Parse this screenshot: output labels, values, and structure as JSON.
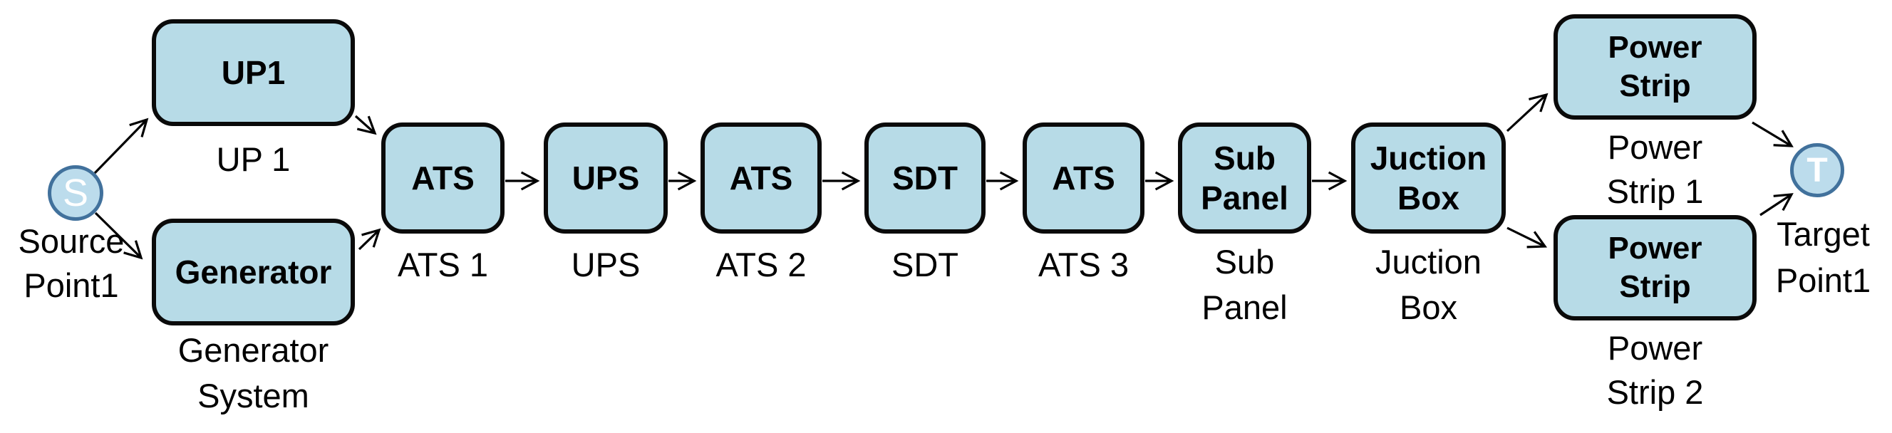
{
  "diagram": {
    "source_point": {
      "symbol": "S",
      "label_lines": [
        "Source",
        "Point1"
      ]
    },
    "target_point": {
      "symbol": "T",
      "label_lines": [
        "Target",
        "Point1"
      ]
    },
    "nodes": [
      {
        "id": "up1",
        "label_lines": [
          "UP1"
        ],
        "caption_lines": [
          "UP 1"
        ]
      },
      {
        "id": "generator-system",
        "label_lines": [
          "Generator"
        ],
        "caption_lines": [
          "Generator",
          "System"
        ]
      },
      {
        "id": "ats-1",
        "label_lines": [
          "ATS"
        ],
        "caption_lines": [
          "ATS 1"
        ]
      },
      {
        "id": "ups",
        "label_lines": [
          "UPS"
        ],
        "caption_lines": [
          "UPS"
        ]
      },
      {
        "id": "ats-2",
        "label_lines": [
          "ATS"
        ],
        "caption_lines": [
          "ATS 2"
        ]
      },
      {
        "id": "sdt",
        "label_lines": [
          "SDT"
        ],
        "caption_lines": [
          "SDT"
        ]
      },
      {
        "id": "ats-3",
        "label_lines": [
          "ATS"
        ],
        "caption_lines": [
          "ATS 3"
        ]
      },
      {
        "id": "sub-panel",
        "label_lines": [
          "Sub",
          "Panel"
        ],
        "caption_lines": [
          "Sub",
          "Panel"
        ]
      },
      {
        "id": "juction-box",
        "label_lines": [
          "Juction",
          "Box"
        ],
        "caption_lines": [
          "Juction",
          "Box"
        ]
      },
      {
        "id": "power-strip-1",
        "label_lines": [
          "Power",
          "Strip"
        ],
        "caption_lines": [
          "Power",
          "Strip 1"
        ]
      },
      {
        "id": "power-strip-2",
        "label_lines": [
          "Power",
          "Strip"
        ],
        "caption_lines": [
          "Power",
          "Strip 2"
        ]
      }
    ],
    "edges": [
      {
        "from": "source-point",
        "to": "up1"
      },
      {
        "from": "source-point",
        "to": "generator-system"
      },
      {
        "from": "up1",
        "to": "ats-1"
      },
      {
        "from": "generator-system",
        "to": "ats-1"
      },
      {
        "from": "ats-1",
        "to": "ups"
      },
      {
        "from": "ups",
        "to": "ats-2"
      },
      {
        "from": "ats-2",
        "to": "sdt"
      },
      {
        "from": "sdt",
        "to": "ats-3"
      },
      {
        "from": "ats-3",
        "to": "sub-panel"
      },
      {
        "from": "sub-panel",
        "to": "juction-box"
      },
      {
        "from": "juction-box",
        "to": "power-strip-1"
      },
      {
        "from": "juction-box",
        "to": "power-strip-2"
      },
      {
        "from": "power-strip-1",
        "to": "target-point"
      },
      {
        "from": "power-strip-2",
        "to": "target-point"
      }
    ],
    "colors": {
      "node_fill": "#b7dbe7",
      "node_border": "#0a0a0a",
      "endpoint_fill": "#bcdcec",
      "endpoint_border": "#41719c",
      "endpoint_text": "#ffffff",
      "arrow": "#000000",
      "text": "#000000"
    }
  }
}
